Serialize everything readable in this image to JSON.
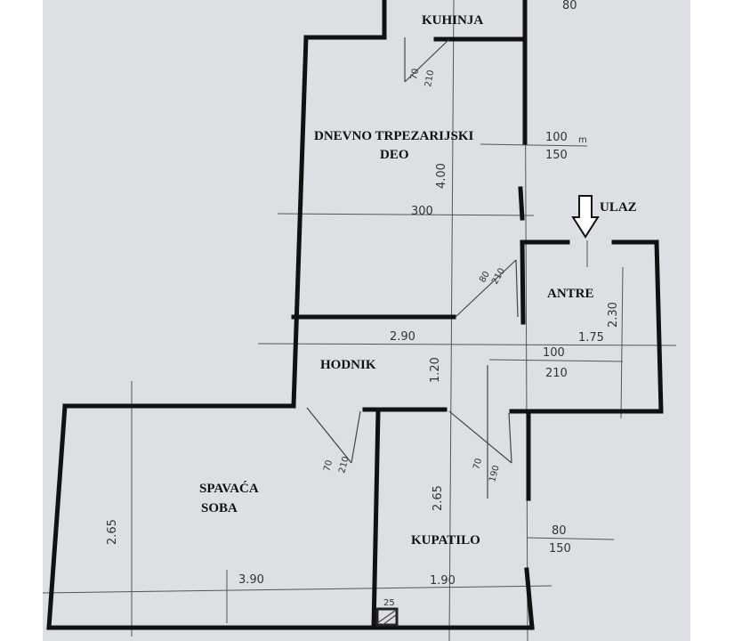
{
  "rooms": {
    "kuhinja": "KUHINJA",
    "dnevno_line1": "DNEVNO TRPEZARIJSKI",
    "dnevno_line2": "DEO",
    "ulaz": "ULAZ",
    "antre": "ANTRE",
    "hodnik": "HODNIK",
    "spavaca_line1": "SPAVAĆA",
    "spavaca_line2": "SOBA",
    "kupatilo": "KUPATILO"
  },
  "dimensions": {
    "top_right": "80",
    "dnevno_height": "4.00",
    "dnevno_width": "300",
    "window_dnevno_top": "100",
    "window_dnevno_bottom": "150",
    "window_dnevno_unit": "m",
    "door_kuhinja_w": "70",
    "door_kuhinja_h": "210",
    "door_dnevno_w": "80",
    "door_dnevno_h": "210",
    "antre_height": "2.30",
    "hodnik_width": "2.90",
    "antre_width": "1.75",
    "hodnik_height": "1.20",
    "door_ulaz_w": "100",
    "door_ulaz_h": "210",
    "door_spavaca_w": "70",
    "door_spavaca_h": "210",
    "door_kupatilo_w": "70",
    "door_kupatilo_h": "190",
    "spavaca_height": "2.65",
    "kupatilo_height": "2.65",
    "window_kupatilo_top": "80",
    "window_kupatilo_bottom": "150",
    "spavaca_width": "3.90",
    "kupatilo_width": "1.90",
    "shaft": "25"
  },
  "colors": {
    "paper": "#dcdfe4",
    "wall": "#111111"
  }
}
